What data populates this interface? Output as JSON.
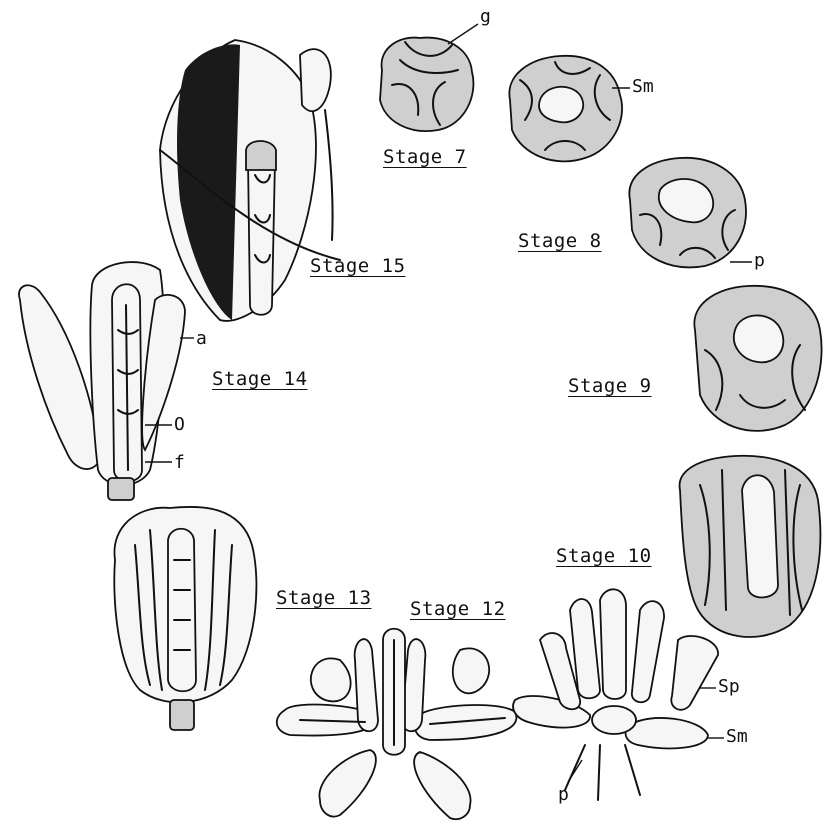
{
  "stages": {
    "s7": "Stage 7",
    "s8": "Stage 8",
    "s9": "Stage 9",
    "s10": "Stage 10",
    "s12": "Stage 12",
    "s13": "Stage 13",
    "s14": "Stage 14",
    "s15": "Stage 15"
  },
  "parts": {
    "g": "g",
    "sm_bud": "Sm",
    "p_bud": "p",
    "a": "a",
    "o": "O",
    "f": "f",
    "sp": "Sp",
    "sm_open": "Sm",
    "p_open": "p"
  }
}
